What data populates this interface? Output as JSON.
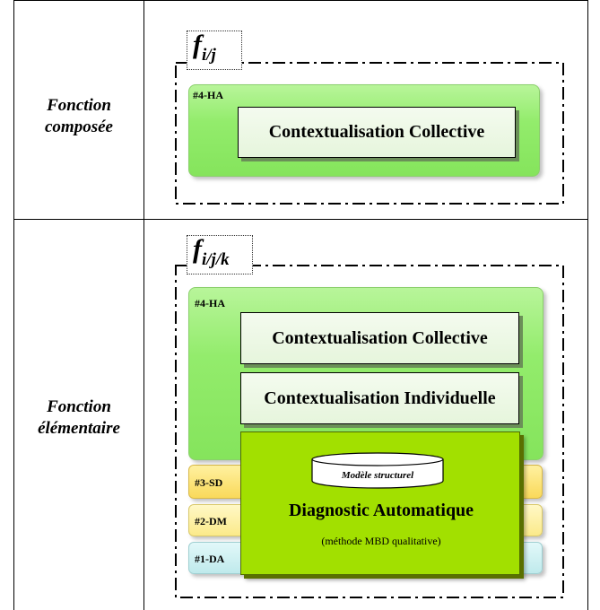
{
  "rows": {
    "composed": {
      "label_line1": "Fonction",
      "label_line2": "composée",
      "function_symbol": "f",
      "function_subscript": "i/j",
      "panel_tag": "#4-HA",
      "context_collective": "Contextualisation Collective"
    },
    "elementary": {
      "label_line1": "Fonction",
      "label_line2": "élémentaire",
      "function_symbol": "f",
      "function_subscript": "i/j/k",
      "panel_tag": "#4-HA",
      "context_collective": "Contextualisation Collective",
      "context_individual": "Contextualisation Individuelle",
      "layers": [
        {
          "tag": "#3-SD",
          "color": "#fde87a"
        },
        {
          "tag": "#2-DM",
          "color": "#fdf3a8"
        },
        {
          "tag": "#1-DA",
          "color": "#cdf1f2"
        }
      ],
      "diagnostic": {
        "cylinder_label": "Modèle structurel",
        "title": "Diagnostic Automatique",
        "subtitle": "(méthode MBD qualitative)",
        "color": "#a2e000"
      }
    }
  },
  "colors": {
    "panel_green": "#93ec6c",
    "context_fill": "#eaf7e1"
  }
}
